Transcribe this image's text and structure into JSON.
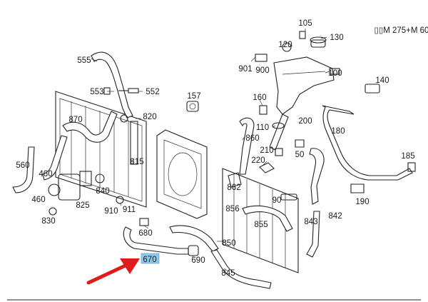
{
  "header": {
    "model_code": "▯▯M 275+M 60"
  },
  "accent": {
    "highlight": "#8ec8e8",
    "arrow": "#e01b1b",
    "line": "#222222"
  },
  "highlighted_part": "670",
  "labels": [
    "105",
    "130",
    "120",
    "555",
    "901",
    "900",
    "100",
    "140",
    "553",
    "552",
    "157",
    "160",
    "820",
    "870",
    "200",
    "110",
    "860",
    "180",
    "210",
    "50",
    "185",
    "220",
    "815",
    "560",
    "460",
    "840",
    "862",
    "190",
    "90",
    "856",
    "842",
    "910",
    "911",
    "825",
    "460",
    "830",
    "680",
    "855",
    "843",
    "850",
    "670",
    "690",
    "845"
  ]
}
